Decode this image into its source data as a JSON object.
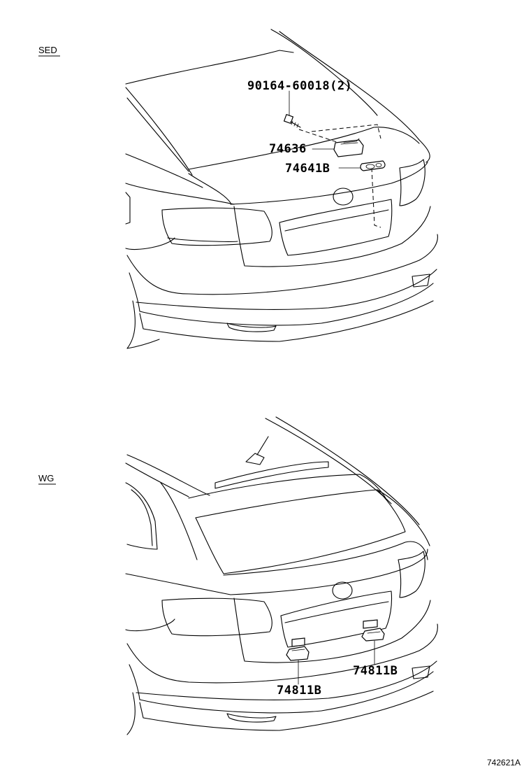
{
  "sections": [
    {
      "tag": "SED",
      "callouts": [
        "90164-60018(2)",
        "74636",
        "74641B"
      ]
    },
    {
      "tag": "WG",
      "callouts": [
        "74811B",
        "74811B"
      ]
    }
  ],
  "figure_ref": "742621A"
}
